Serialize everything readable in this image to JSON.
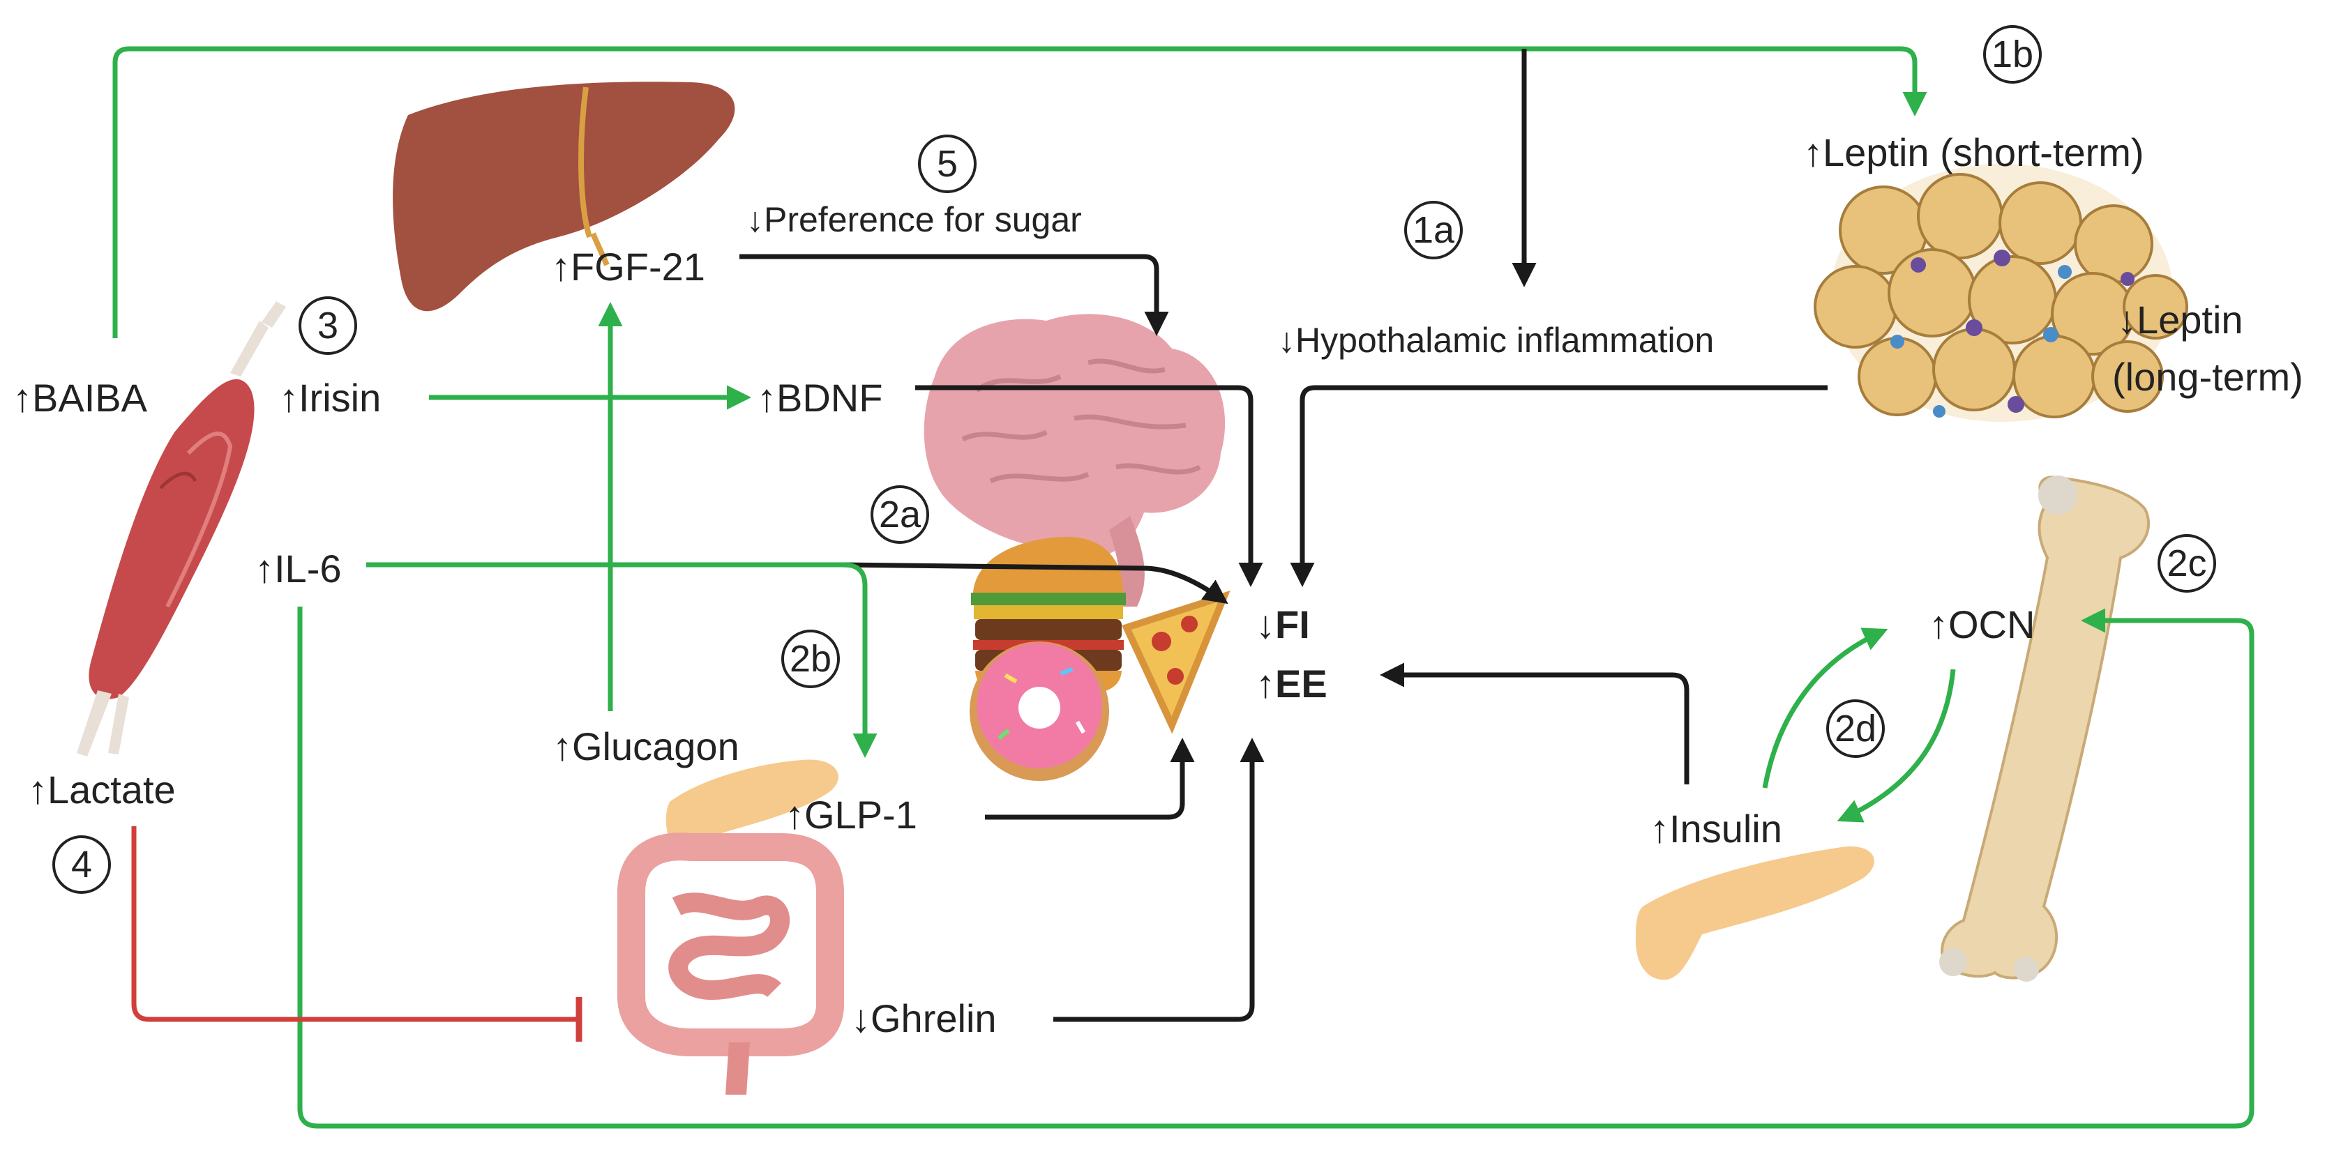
{
  "colors": {
    "stimulate": "#2eb04a",
    "black_arrow": "#1a1a1a",
    "inhibit": "#d23f3a",
    "muscle": "#c64a4c",
    "liver": "#a2503f",
    "brain": "#e7a3ab",
    "fat": "#e8c27b",
    "bone": "#ecd6ad",
    "pancreas": "#f6c98c",
    "gut": "#eba1a0"
  },
  "icons": [
    "muscle-illustration",
    "liver-illustration",
    "brain-illustration",
    "adipose-tissue-illustration",
    "food-illustration",
    "pancreas-illustration",
    "intestine-illustration",
    "bone-illustration"
  ],
  "steps": {
    "s1a": "1a",
    "s1b": "1b",
    "s2a": "2a",
    "s2b": "2b",
    "s2c": "2c",
    "s2d": "2d",
    "s3": "3",
    "s4": "4",
    "s5": "5"
  },
  "labels": {
    "baiba": "↑BAIBA",
    "irisin": "↑Irisin",
    "il6": "↑IL-6",
    "lactate": "↑Lactate",
    "fgf21": "↑FGF-21",
    "glucagon": "↑Glucagon",
    "bdnf": "↑BDNF",
    "sugar_pref": "↓Preference for sugar",
    "hypothalamic": "↓Hypothalamic inflammation",
    "leptin_short": "↑Leptin (short-term)",
    "leptin_long_1": "↓Leptin",
    "leptin_long_2": "(long-term)",
    "fi": "↓FI",
    "ee": "↑EE",
    "glp1": "↑GLP-1",
    "ghrelin": "↓Ghrelin",
    "insulin": "↑Insulin",
    "ocn": "↑OCN"
  }
}
